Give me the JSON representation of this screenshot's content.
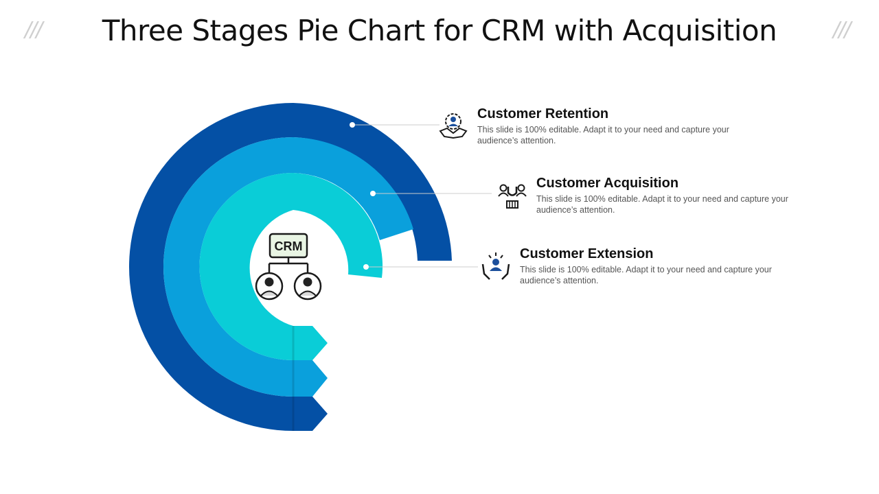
{
  "header": {
    "title": "Three Stages Pie Chart for CRM with Acquisition",
    "decor_left": "///",
    "decor_right": "///"
  },
  "center": {
    "label": "CRM",
    "icon": "crm-org-chart-icon"
  },
  "colors": {
    "ring_outer": "#0450A5",
    "ring_middle": "#0AA0DC",
    "ring_inner": "#0ACDD7",
    "connector": "#cccccc"
  },
  "stages": [
    {
      "title": "Customer Retention",
      "description": "This slide is 100% editable. Adapt it to your need and capture your audience’s attention.",
      "icon": "handshake-gear-icon"
    },
    {
      "title": "Customer Acquisition",
      "description": "This slide is 100% editable. Adapt it to your need and capture your audience’s attention.",
      "icon": "customer-magnet-icon"
    },
    {
      "title": "Customer Extension",
      "description": "This slide is 100% editable. Adapt it to your need and capture your audience’s attention.",
      "icon": "hands-holding-customer-icon"
    }
  ]
}
